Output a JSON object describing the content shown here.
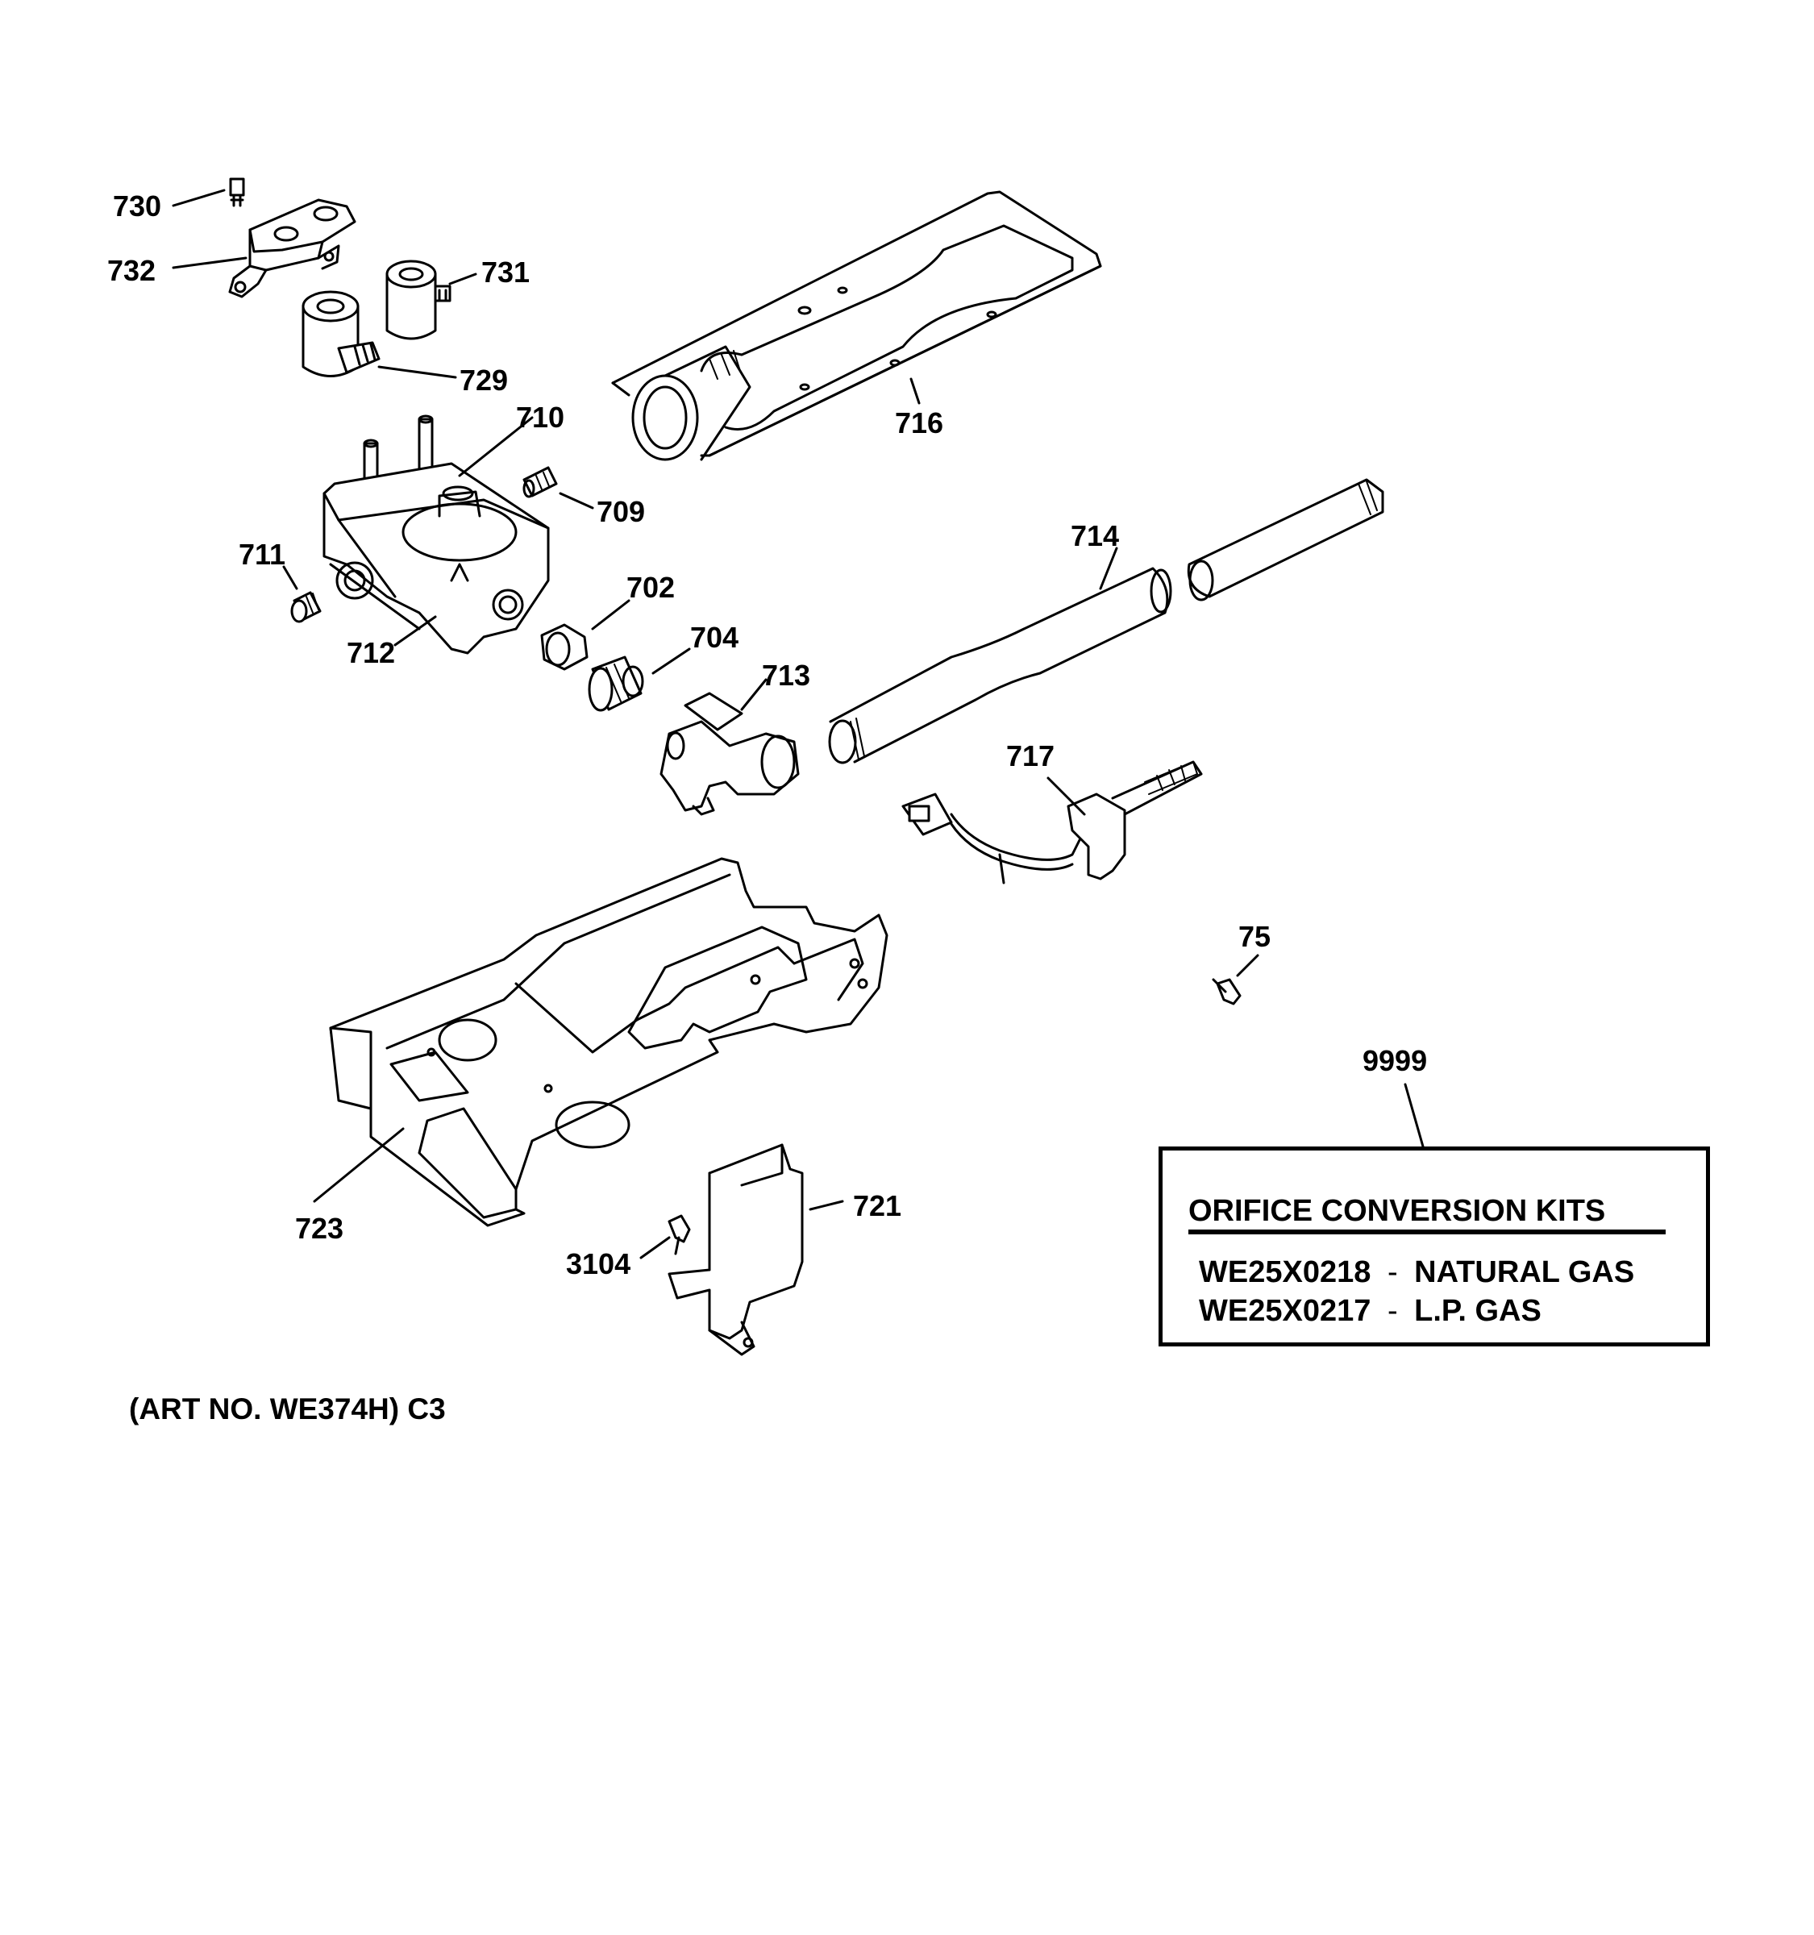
{
  "callouts": [
    {
      "id": "730",
      "text": "730"
    },
    {
      "id": "732",
      "text": "732"
    },
    {
      "id": "731",
      "text": "731"
    },
    {
      "id": "729",
      "text": "729"
    },
    {
      "id": "710",
      "text": "710"
    },
    {
      "id": "716",
      "text": "716"
    },
    {
      "id": "709",
      "text": "709"
    },
    {
      "id": "711",
      "text": "711"
    },
    {
      "id": "702",
      "text": "702"
    },
    {
      "id": "712",
      "text": "712"
    },
    {
      "id": "704",
      "text": "704"
    },
    {
      "id": "713",
      "text": "713"
    },
    {
      "id": "714",
      "text": "714"
    },
    {
      "id": "717",
      "text": "717"
    },
    {
      "id": "75",
      "text": "75"
    },
    {
      "id": "9999",
      "text": "9999"
    },
    {
      "id": "723",
      "text": "723"
    },
    {
      "id": "721",
      "text": "721"
    },
    {
      "id": "3104",
      "text": "3104"
    }
  ],
  "kit_box": {
    "title": "ORIFICE CONVERSION KITS",
    "rows": [
      {
        "part": "WE25X0218",
        "sep": "-",
        "desc": "NATURAL GAS"
      },
      {
        "part": "WE25X0217",
        "sep": "-",
        "desc": "L.P. GAS"
      }
    ]
  },
  "art_number": "(ART NO. WE374H) C3"
}
